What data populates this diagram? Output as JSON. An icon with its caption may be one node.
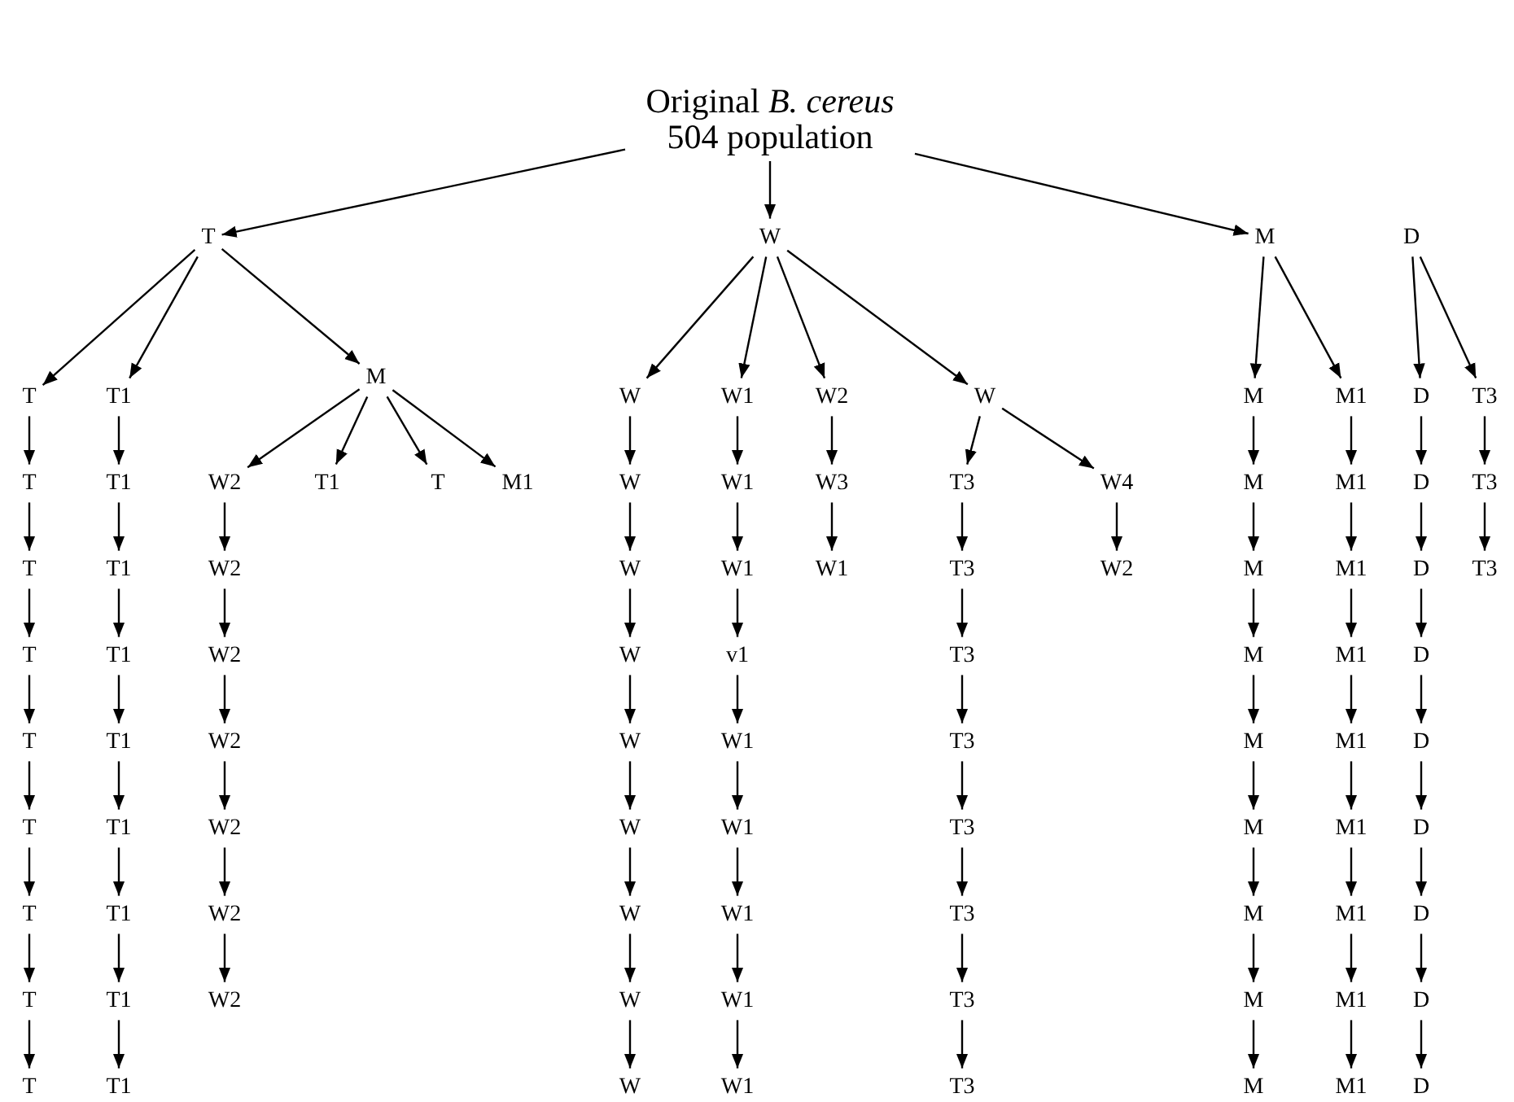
{
  "diagram": {
    "nodes": [
      {
        "text": [
          "Original *B. cereus* 504 population"
        ]
      },
      {
        "text": [
          "T"
        ]
      },
      {
        "text": [
          "W"
        ]
      },
      {
        "text": [
          "M"
        ]
      },
      {
        "text": [
          "D"
        ]
      },
      {
        "text": [
          "T"
        ]
      },
      {
        "text": [
          "T"
        ]
      },
      {
        "text": [
          "T"
        ]
      },
      {
        "text": [
          "T"
        ]
      },
      {
        "text": [
          "T"
        ]
      },
      {
        "text": [
          "T"
        ]
      },
      {
        "text": [
          "T"
        ]
      },
      {
        "text": [
          "T"
        ]
      },
      {
        "text": [
          "T"
        ]
      },
      {
        "text": [
          "T1"
        ]
      },
      {
        "text": [
          "T1"
        ]
      },
      {
        "text": [
          "T1"
        ]
      },
      {
        "text": [
          "T1"
        ]
      },
      {
        "text": [
          "T1"
        ]
      },
      {
        "text": [
          "T1"
        ]
      },
      {
        "text": [
          "T1"
        ]
      },
      {
        "text": [
          "T1"
        ]
      },
      {
        "text": [
          "T1"
        ]
      },
      {
        "text": [
          "M"
        ]
      },
      {
        "text": [
          "W2"
        ]
      },
      {
        "text": [
          "W2"
        ]
      },
      {
        "text": [
          "W2"
        ]
      },
      {
        "text": [
          "W2"
        ]
      },
      {
        "text": [
          "W2"
        ]
      },
      {
        "text": [
          "W2"
        ]
      },
      {
        "text": [
          "W2"
        ]
      },
      {
        "text": [
          "T1"
        ]
      },
      {
        "text": [
          "T"
        ]
      },
      {
        "text": [
          "M1"
        ]
      },
      {
        "text": [
          "W"
        ]
      },
      {
        "text": [
          "W"
        ]
      },
      {
        "text": [
          "W"
        ]
      },
      {
        "text": [
          "W"
        ]
      },
      {
        "text": [
          "W"
        ]
      },
      {
        "text": [
          "W"
        ]
      },
      {
        "text": [
          "W"
        ]
      },
      {
        "text": [
          "W"
        ]
      },
      {
        "text": [
          "W"
        ]
      },
      {
        "text": [
          "W1"
        ]
      },
      {
        "text": [
          "W1"
        ]
      },
      {
        "text": [
          "W1"
        ]
      },
      {
        "text": [
          "v1"
        ]
      },
      {
        "text": [
          "W1"
        ]
      },
      {
        "text": [
          "W1"
        ]
      },
      {
        "text": [
          "W1"
        ]
      },
      {
        "text": [
          "W1"
        ]
      },
      {
        "text": [
          "W1"
        ]
      },
      {
        "text": [
          "W2"
        ]
      },
      {
        "text": [
          "W3"
        ]
      },
      {
        "text": [
          "W1"
        ]
      },
      {
        "text": [
          "W"
        ]
      },
      {
        "text": [
          "T3"
        ]
      },
      {
        "text": [
          "T3"
        ]
      },
      {
        "text": [
          "T3"
        ]
      },
      {
        "text": [
          "T3"
        ]
      },
      {
        "text": [
          "T3"
        ]
      },
      {
        "text": [
          "T3"
        ]
      },
      {
        "text": [
          "T3"
        ]
      },
      {
        "text": [
          "T3"
        ]
      },
      {
        "text": [
          "W4"
        ]
      },
      {
        "text": [
          "W2"
        ]
      },
      {
        "text": [
          "M"
        ]
      },
      {
        "text": [
          "M"
        ]
      },
      {
        "text": [
          "M"
        ]
      },
      {
        "text": [
          "M"
        ]
      },
      {
        "text": [
          "M"
        ]
      },
      {
        "text": [
          "M"
        ]
      },
      {
        "text": [
          "M"
        ]
      },
      {
        "text": [
          "M"
        ]
      },
      {
        "text": [
          "M"
        ]
      },
      {
        "text": [
          "M1"
        ]
      },
      {
        "text": [
          "M1"
        ]
      },
      {
        "text": [
          "M1"
        ]
      },
      {
        "text": [
          "M1"
        ]
      },
      {
        "text": [
          "M1"
        ]
      },
      {
        "text": [
          "M1"
        ]
      },
      {
        "text": [
          "M1"
        ]
      },
      {
        "text": [
          "M1"
        ]
      },
      {
        "text": [
          "M1"
        ]
      },
      {
        "text": [
          "D"
        ]
      },
      {
        "text": [
          "D"
        ]
      },
      {
        "text": [
          "D"
        ]
      },
      {
        "text": [
          "D"
        ]
      },
      {
        "text": [
          "D"
        ]
      },
      {
        "text": [
          "D"
        ]
      },
      {
        "text": [
          "D"
        ]
      },
      {
        "text": [
          "D"
        ]
      },
      {
        "text": [
          "D"
        ]
      },
      {
        "text": [
          "T3"
        ]
      },
      {
        "text": [
          "T3"
        ]
      },
      {
        "text": [
          "T3"
        ]
      }
    ],
    "edges": [
      {
        "from": 0,
        "to": 1,
        "arrow": "to"
      },
      {
        "from": 0,
        "to": 2,
        "arrow": "to"
      },
      {
        "from": 0,
        "to": 3,
        "arrow": "to"
      },
      {
        "from": 1,
        "to": 5,
        "arrow": "to"
      },
      {
        "from": 1,
        "to": 14,
        "arrow": "to"
      },
      {
        "from": 1,
        "to": 23,
        "arrow": "to"
      },
      {
        "from": 5,
        "to": 6,
        "arrow": "to"
      },
      {
        "from": 6,
        "to": 7,
        "arrow": "to"
      },
      {
        "from": 7,
        "to": 8,
        "arrow": "to"
      },
      {
        "from": 8,
        "to": 9,
        "arrow": "to"
      },
      {
        "from": 9,
        "to": 10,
        "arrow": "to"
      },
      {
        "from": 10,
        "to": 11,
        "arrow": "to"
      },
      {
        "from": 11,
        "to": 12,
        "arrow": "to"
      },
      {
        "from": 12,
        "to": 13,
        "arrow": "to"
      },
      {
        "from": 14,
        "to": 15,
        "arrow": "to"
      },
      {
        "from": 15,
        "to": 16,
        "arrow": "to"
      },
      {
        "from": 16,
        "to": 17,
        "arrow": "to"
      },
      {
        "from": 17,
        "to": 18,
        "arrow": "to"
      },
      {
        "from": 18,
        "to": 19,
        "arrow": "to"
      },
      {
        "from": 19,
        "to": 20,
        "arrow": "to"
      },
      {
        "from": 20,
        "to": 21,
        "arrow": "to"
      },
      {
        "from": 21,
        "to": 22,
        "arrow": "to"
      },
      {
        "from": 23,
        "to": 24,
        "arrow": "to"
      },
      {
        "from": 23,
        "to": 31,
        "arrow": "to"
      },
      {
        "from": 23,
        "to": 32,
        "arrow": "to"
      },
      {
        "from": 23,
        "to": 33,
        "arrow": "to"
      },
      {
        "from": 24,
        "to": 25,
        "arrow": "to"
      },
      {
        "from": 25,
        "to": 26,
        "arrow": "to"
      },
      {
        "from": 26,
        "to": 27,
        "arrow": "to"
      },
      {
        "from": 27,
        "to": 28,
        "arrow": "to"
      },
      {
        "from": 28,
        "to": 29,
        "arrow": "to"
      },
      {
        "from": 29,
        "to": 30,
        "arrow": "to"
      },
      {
        "from": 2,
        "to": 34,
        "arrow": "to"
      },
      {
        "from": 2,
        "to": 43,
        "arrow": "to"
      },
      {
        "from": 2,
        "to": 52,
        "arrow": "to"
      },
      {
        "from": 2,
        "to": 55,
        "arrow": "to"
      },
      {
        "from": 34,
        "to": 35,
        "arrow": "to"
      },
      {
        "from": 35,
        "to": 36,
        "arrow": "to"
      },
      {
        "from": 36,
        "to": 37,
        "arrow": "to"
      },
      {
        "from": 37,
        "to": 38,
        "arrow": "to"
      },
      {
        "from": 38,
        "to": 39,
        "arrow": "to"
      },
      {
        "from": 39,
        "to": 40,
        "arrow": "to"
      },
      {
        "from": 40,
        "to": 41,
        "arrow": "to"
      },
      {
        "from": 41,
        "to": 42,
        "arrow": "to"
      },
      {
        "from": 43,
        "to": 44,
        "arrow": "to"
      },
      {
        "from": 44,
        "to": 45,
        "arrow": "to"
      },
      {
        "from": 45,
        "to": 46,
        "arrow": "to"
      },
      {
        "from": 46,
        "to": 47,
        "arrow": "to"
      },
      {
        "from": 47,
        "to": 48,
        "arrow": "to"
      },
      {
        "from": 48,
        "to": 49,
        "arrow": "to"
      },
      {
        "from": 49,
        "to": 50,
        "arrow": "to"
      },
      {
        "from": 50,
        "to": 51,
        "arrow": "to"
      },
      {
        "from": 52,
        "to": 53,
        "arrow": "to"
      },
      {
        "from": 53,
        "to": 54,
        "arrow": "to"
      },
      {
        "from": 55,
        "to": 56,
        "arrow": "to"
      },
      {
        "from": 55,
        "to": 64,
        "arrow": "to"
      },
      {
        "from": 56,
        "to": 57,
        "arrow": "to"
      },
      {
        "from": 57,
        "to": 58,
        "arrow": "to"
      },
      {
        "from": 58,
        "to": 59,
        "arrow": "to"
      },
      {
        "from": 59,
        "to": 60,
        "arrow": "to"
      },
      {
        "from": 60,
        "to": 61,
        "arrow": "to"
      },
      {
        "from": 61,
        "to": 62,
        "arrow": "to"
      },
      {
        "from": 62,
        "to": 63,
        "arrow": "to"
      },
      {
        "from": 64,
        "to": 65,
        "arrow": "to"
      },
      {
        "from": 3,
        "to": 66,
        "arrow": "to"
      },
      {
        "from": 3,
        "to": 75,
        "arrow": "to"
      },
      {
        "from": 66,
        "to": 67,
        "arrow": "to"
      },
      {
        "from": 67,
        "to": 68,
        "arrow": "to"
      },
      {
        "from": 68,
        "to": 69,
        "arrow": "to"
      },
      {
        "from": 69,
        "to": 70,
        "arrow": "to"
      },
      {
        "from": 70,
        "to": 71,
        "arrow": "to"
      },
      {
        "from": 71,
        "to": 72,
        "arrow": "to"
      },
      {
        "from": 72,
        "to": 73,
        "arrow": "to"
      },
      {
        "from": 73,
        "to": 74,
        "arrow": "to"
      },
      {
        "from": 75,
        "to": 76,
        "arrow": "to"
      },
      {
        "from": 76,
        "to": 77,
        "arrow": "to"
      },
      {
        "from": 77,
        "to": 78,
        "arrow": "to"
      },
      {
        "from": 78,
        "to": 79,
        "arrow": "to"
      },
      {
        "from": 79,
        "to": 80,
        "arrow": "to"
      },
      {
        "from": 80,
        "to": 81,
        "arrow": "to"
      },
      {
        "from": 81,
        "to": 82,
        "arrow": "to"
      },
      {
        "from": 82,
        "to": 83,
        "arrow": "to"
      },
      {
        "from": 4,
        "to": 84,
        "arrow": "to"
      },
      {
        "from": 4,
        "to": 93,
        "arrow": "to"
      },
      {
        "from": 84,
        "to": 85,
        "arrow": "to"
      },
      {
        "from": 85,
        "to": 86,
        "arrow": "to"
      },
      {
        "from": 86,
        "to": 87,
        "arrow": "to"
      },
      {
        "from": 87,
        "to": 88,
        "arrow": "to"
      },
      {
        "from": 88,
        "to": 89,
        "arrow": "to"
      },
      {
        "from": 89,
        "to": 90,
        "arrow": "to"
      },
      {
        "from": 90,
        "to": 91,
        "arrow": "to"
      },
      {
        "from": 91,
        "to": 92,
        "arrow": "to"
      },
      {
        "from": 93,
        "to": 94,
        "arrow": "to"
      },
      {
        "from": 94,
        "to": 95,
        "arrow": "to"
      }
    ]
  }
}
